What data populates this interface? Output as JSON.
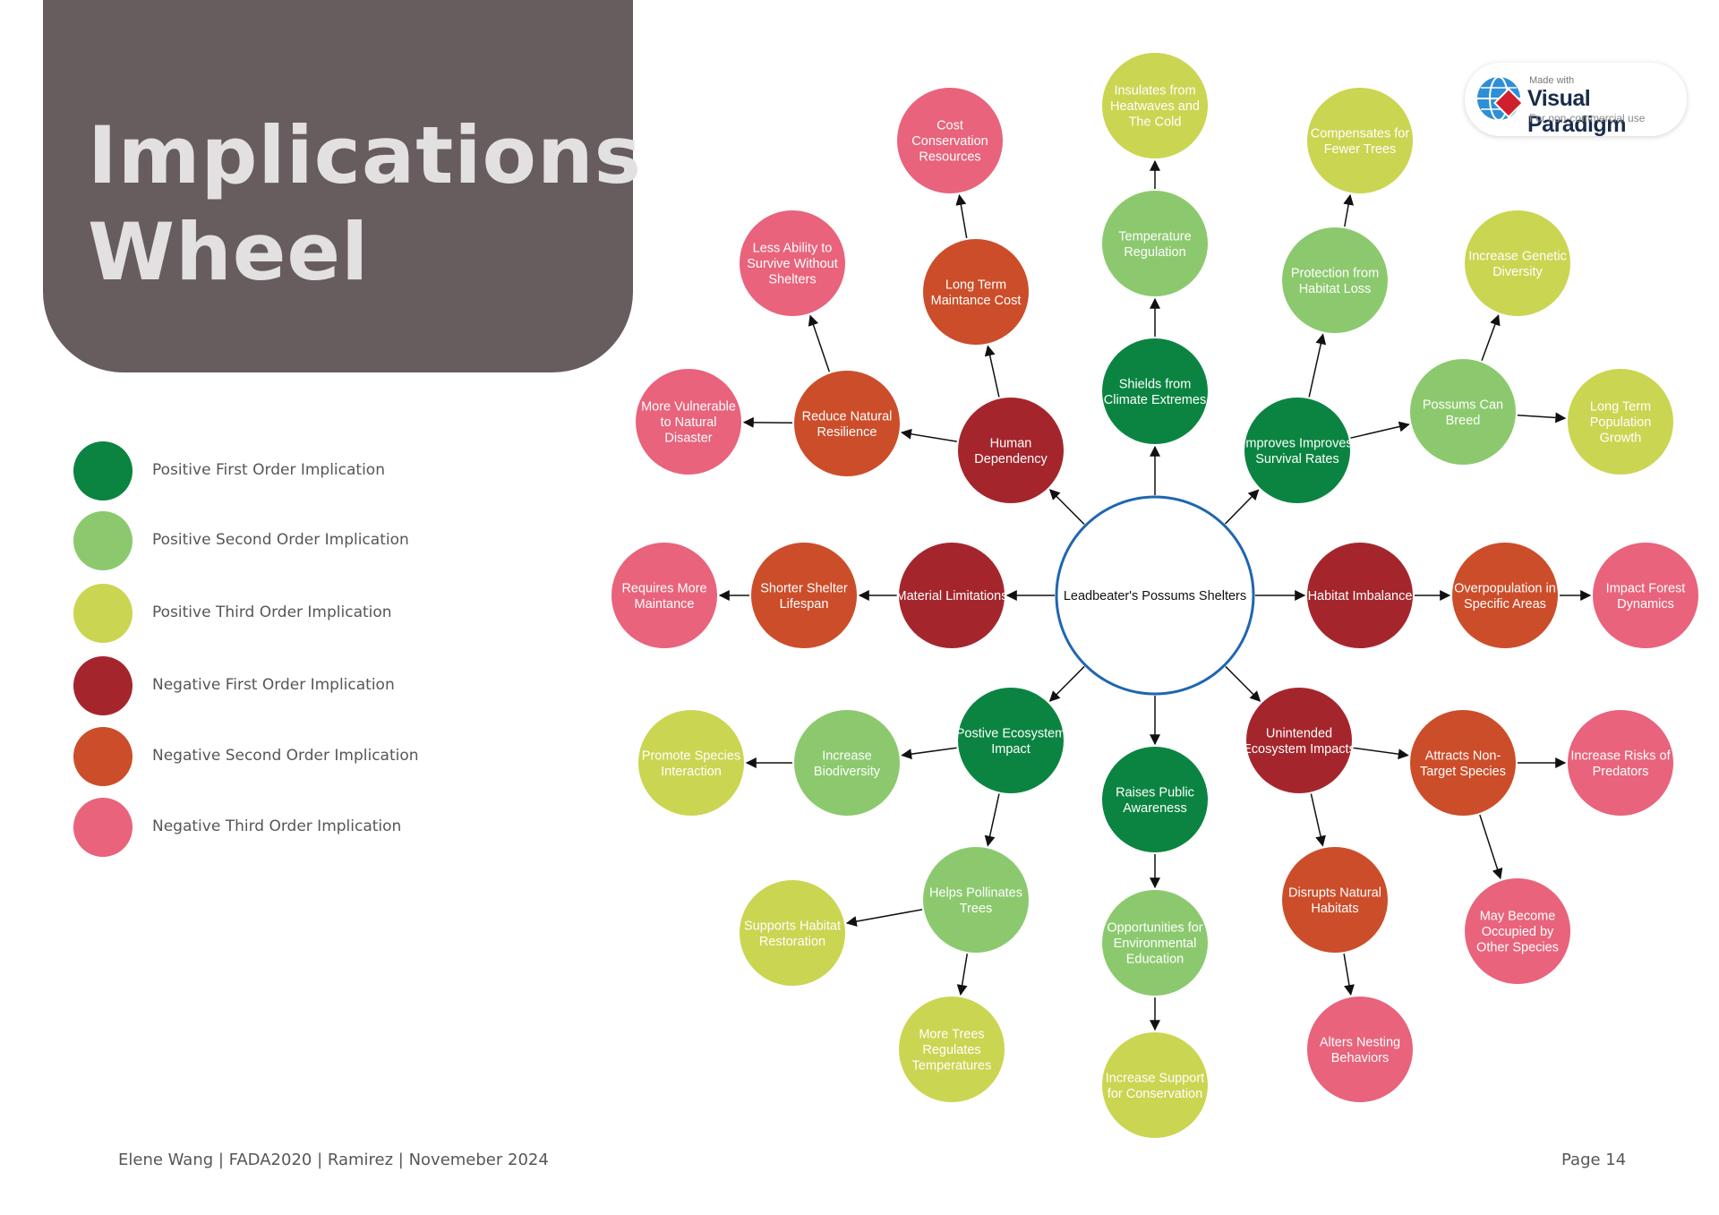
{
  "title": {
    "line1": "Implications",
    "line2": "Wheel"
  },
  "colors": {
    "pos1": "#0b8441",
    "pos2": "#8cc96e",
    "pos3": "#cad552",
    "neg1": "#a4262c",
    "neg2": "#cc4d2a",
    "neg3": "#e8637b",
    "center_stroke": "#1f66b0"
  },
  "legend": [
    {
      "label": "Positive First Order Implication",
      "color": "#0b8441"
    },
    {
      "label": "Positive Second Order Implication",
      "color": "#8cc96e"
    },
    {
      "label": "Positive Third Order Implication",
      "color": "#cad552"
    },
    {
      "label": "Negative First Order Implication",
      "color": "#a4262c"
    },
    {
      "label": "Negative Second Order Implication",
      "color": "#cc4d2a"
    },
    {
      "label": "Negative Third Order Implication",
      "color": "#e8637b"
    }
  ],
  "center": {
    "label": "Leadbeater's Possums Shelters"
  },
  "nodes": [
    {
      "id": "shields",
      "text": [
        "Shields from",
        "Climate Extremes"
      ],
      "type": "pos1"
    },
    {
      "id": "temp_reg",
      "text": [
        "Temperature",
        "Regulation"
      ],
      "type": "pos2"
    },
    {
      "id": "insulates",
      "text": [
        "Insulates from",
        "Heatwaves and",
        "The Cold"
      ],
      "type": "pos3"
    },
    {
      "id": "improves",
      "text": [
        "Improves Improves",
        "Survival Rates"
      ],
      "type": "pos1"
    },
    {
      "id": "protection",
      "text": [
        "Protection from",
        "Habitat Loss"
      ],
      "type": "pos2"
    },
    {
      "id": "compensates",
      "text": [
        "Compensates for",
        "Fewer Trees"
      ],
      "type": "pos3"
    },
    {
      "id": "breed",
      "text": [
        "Possums Can",
        "Breed"
      ],
      "type": "pos2"
    },
    {
      "id": "genetic",
      "text": [
        "Increase Genetic",
        "Diversity"
      ],
      "type": "pos3"
    },
    {
      "id": "longterm_pop",
      "text": [
        "Long Term",
        "Population",
        "Growth"
      ],
      "type": "pos3"
    },
    {
      "id": "human_dep",
      "text": [
        "Human",
        "Dependency"
      ],
      "type": "neg1"
    },
    {
      "id": "long_cost",
      "text": [
        "Long Term",
        "Maintance Cost"
      ],
      "type": "neg2"
    },
    {
      "id": "cost_cons",
      "text": [
        "Cost",
        "Conservation",
        "Resources"
      ],
      "type": "neg3"
    },
    {
      "id": "reduce_res",
      "text": [
        "Reduce Natural",
        "Resilience"
      ],
      "type": "neg2"
    },
    {
      "id": "less_ability",
      "text": [
        "Less Ability to",
        "Survive Without",
        "Shelters"
      ],
      "type": "neg3"
    },
    {
      "id": "more_vuln",
      "text": [
        "More Vulnerable",
        "to Natural",
        "Disaster"
      ],
      "type": "neg3"
    },
    {
      "id": "material",
      "text": [
        "Material Limitations"
      ],
      "type": "neg1"
    },
    {
      "id": "shorter",
      "text": [
        "Shorter Shelter",
        "Lifespan"
      ],
      "type": "neg2"
    },
    {
      "id": "requires",
      "text": [
        "Requires More",
        "Maintance"
      ],
      "type": "neg3"
    },
    {
      "id": "habitat_imb",
      "text": [
        "Habitat Imbalance"
      ],
      "type": "neg1"
    },
    {
      "id": "overpop",
      "text": [
        "Overpopulation in",
        "Specific Areas"
      ],
      "type": "neg2"
    },
    {
      "id": "impact_forest",
      "text": [
        "Impact Forest",
        "Dynamics"
      ],
      "type": "neg3"
    },
    {
      "id": "pos_eco",
      "text": [
        "Postive Ecosystem",
        "Impact"
      ],
      "type": "pos1"
    },
    {
      "id": "biodiv",
      "text": [
        "Increase",
        "Biodiversity"
      ],
      "type": "pos2"
    },
    {
      "id": "species_int",
      "text": [
        "Promote Species",
        "Interaction"
      ],
      "type": "pos3"
    },
    {
      "id": "pollinates",
      "text": [
        "Helps Pollinates",
        "Trees"
      ],
      "type": "pos2"
    },
    {
      "id": "habitat_rest",
      "text": [
        "Supports Habitat",
        "Restoration"
      ],
      "type": "pos3"
    },
    {
      "id": "more_trees",
      "text": [
        "More Trees",
        "Regulates",
        "Temperatures"
      ],
      "type": "pos3"
    },
    {
      "id": "awareness",
      "text": [
        "Raises Public",
        "Awareness"
      ],
      "type": "pos1"
    },
    {
      "id": "opportunities",
      "text": [
        "Opportunities for",
        "Environmental",
        "Education"
      ],
      "type": "pos2"
    },
    {
      "id": "support",
      "text": [
        "Increase Support",
        "for Conservation"
      ],
      "type": "pos3"
    },
    {
      "id": "unintended",
      "text": [
        "Unintended",
        "Ecosystem Impacts"
      ],
      "type": "neg1"
    },
    {
      "id": "disrupts",
      "text": [
        "Disrupts Natural",
        "Habitats"
      ],
      "type": "neg2"
    },
    {
      "id": "alters",
      "text": [
        "Alters Nesting",
        "Behaviors"
      ],
      "type": "neg3"
    },
    {
      "id": "attracts",
      "text": [
        "Attracts Non-",
        "Target Species"
      ],
      "type": "neg2"
    },
    {
      "id": "predators",
      "text": [
        "Increase Risks of",
        "Predators"
      ],
      "type": "neg3"
    },
    {
      "id": "occupied",
      "text": [
        "May Become",
        "Occupied by",
        "Other Species"
      ],
      "type": "neg3"
    }
  ],
  "edges": [
    [
      "center",
      "shields"
    ],
    [
      "shields",
      "temp_reg"
    ],
    [
      "temp_reg",
      "insulates"
    ],
    [
      "center",
      "improves"
    ],
    [
      "improves",
      "protection"
    ],
    [
      "protection",
      "compensates"
    ],
    [
      "improves",
      "breed"
    ],
    [
      "breed",
      "genetic"
    ],
    [
      "breed",
      "longterm_pop"
    ],
    [
      "center",
      "human_dep"
    ],
    [
      "human_dep",
      "long_cost"
    ],
    [
      "long_cost",
      "cost_cons"
    ],
    [
      "human_dep",
      "reduce_res"
    ],
    [
      "reduce_res",
      "less_ability"
    ],
    [
      "reduce_res",
      "more_vuln"
    ],
    [
      "center",
      "material"
    ],
    [
      "material",
      "shorter"
    ],
    [
      "shorter",
      "requires"
    ],
    [
      "center",
      "habitat_imb"
    ],
    [
      "habitat_imb",
      "overpop"
    ],
    [
      "overpop",
      "impact_forest"
    ],
    [
      "center",
      "pos_eco"
    ],
    [
      "pos_eco",
      "biodiv"
    ],
    [
      "biodiv",
      "species_int"
    ],
    [
      "pos_eco",
      "pollinates"
    ],
    [
      "pollinates",
      "habitat_rest"
    ],
    [
      "pollinates",
      "more_trees"
    ],
    [
      "center",
      "awareness"
    ],
    [
      "awareness",
      "opportunities"
    ],
    [
      "opportunities",
      "support"
    ],
    [
      "center",
      "unintended"
    ],
    [
      "unintended",
      "disrupts"
    ],
    [
      "disrupts",
      "alters"
    ],
    [
      "unintended",
      "attracts"
    ],
    [
      "attracts",
      "predators"
    ],
    [
      "attracts",
      "occupied"
    ]
  ],
  "badge": {
    "small": "Made with",
    "brand": "Visual Paradigm",
    "sub": "For non-commercial use"
  },
  "footer": {
    "left": "Elene Wang | FADA2020 | Ramirez | Novemeber 2024",
    "right": "Page 14"
  }
}
